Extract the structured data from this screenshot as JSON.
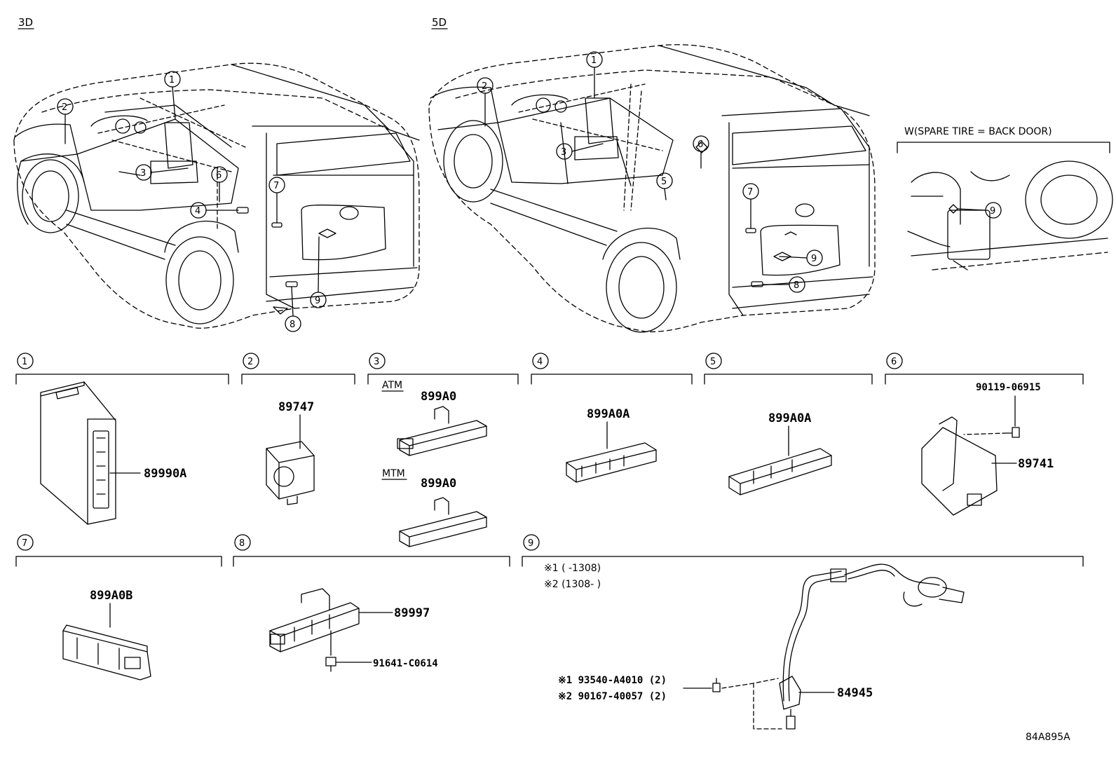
{
  "views": {
    "three_door": "3D",
    "five_door": "5D",
    "inset": "W(SPARE TIRE = BACK DOOR)"
  },
  "callouts": [
    "1",
    "2",
    "3",
    "4",
    "5",
    "6",
    "7",
    "8",
    "9"
  ],
  "sections": [
    {
      "num": "1",
      "parts": [
        "89990A"
      ]
    },
    {
      "num": "2",
      "parts": [
        "89747"
      ]
    },
    {
      "num": "3",
      "variants": [
        {
          "label": "ATM",
          "part": "899A0"
        },
        {
          "label": "MTM",
          "part": "899A0"
        }
      ]
    },
    {
      "num": "4",
      "parts": [
        "899A0A"
      ]
    },
    {
      "num": "5",
      "parts": [
        "899A0A"
      ]
    },
    {
      "num": "6",
      "parts": [
        "90119-06915",
        "89741"
      ]
    },
    {
      "num": "7",
      "parts": [
        "899A0B"
      ]
    },
    {
      "num": "8",
      "parts": [
        "89997",
        "91641-C0614"
      ]
    },
    {
      "num": "9",
      "notes": [
        "※1 (    -1308)",
        "※2 (1308-    )"
      ],
      "parts": [
        "84945"
      ],
      "fasteners": [
        "※1 93540-A4010 (2)",
        "※2 90167-40057 (2)"
      ]
    }
  ],
  "diagram_code": "84A895A"
}
